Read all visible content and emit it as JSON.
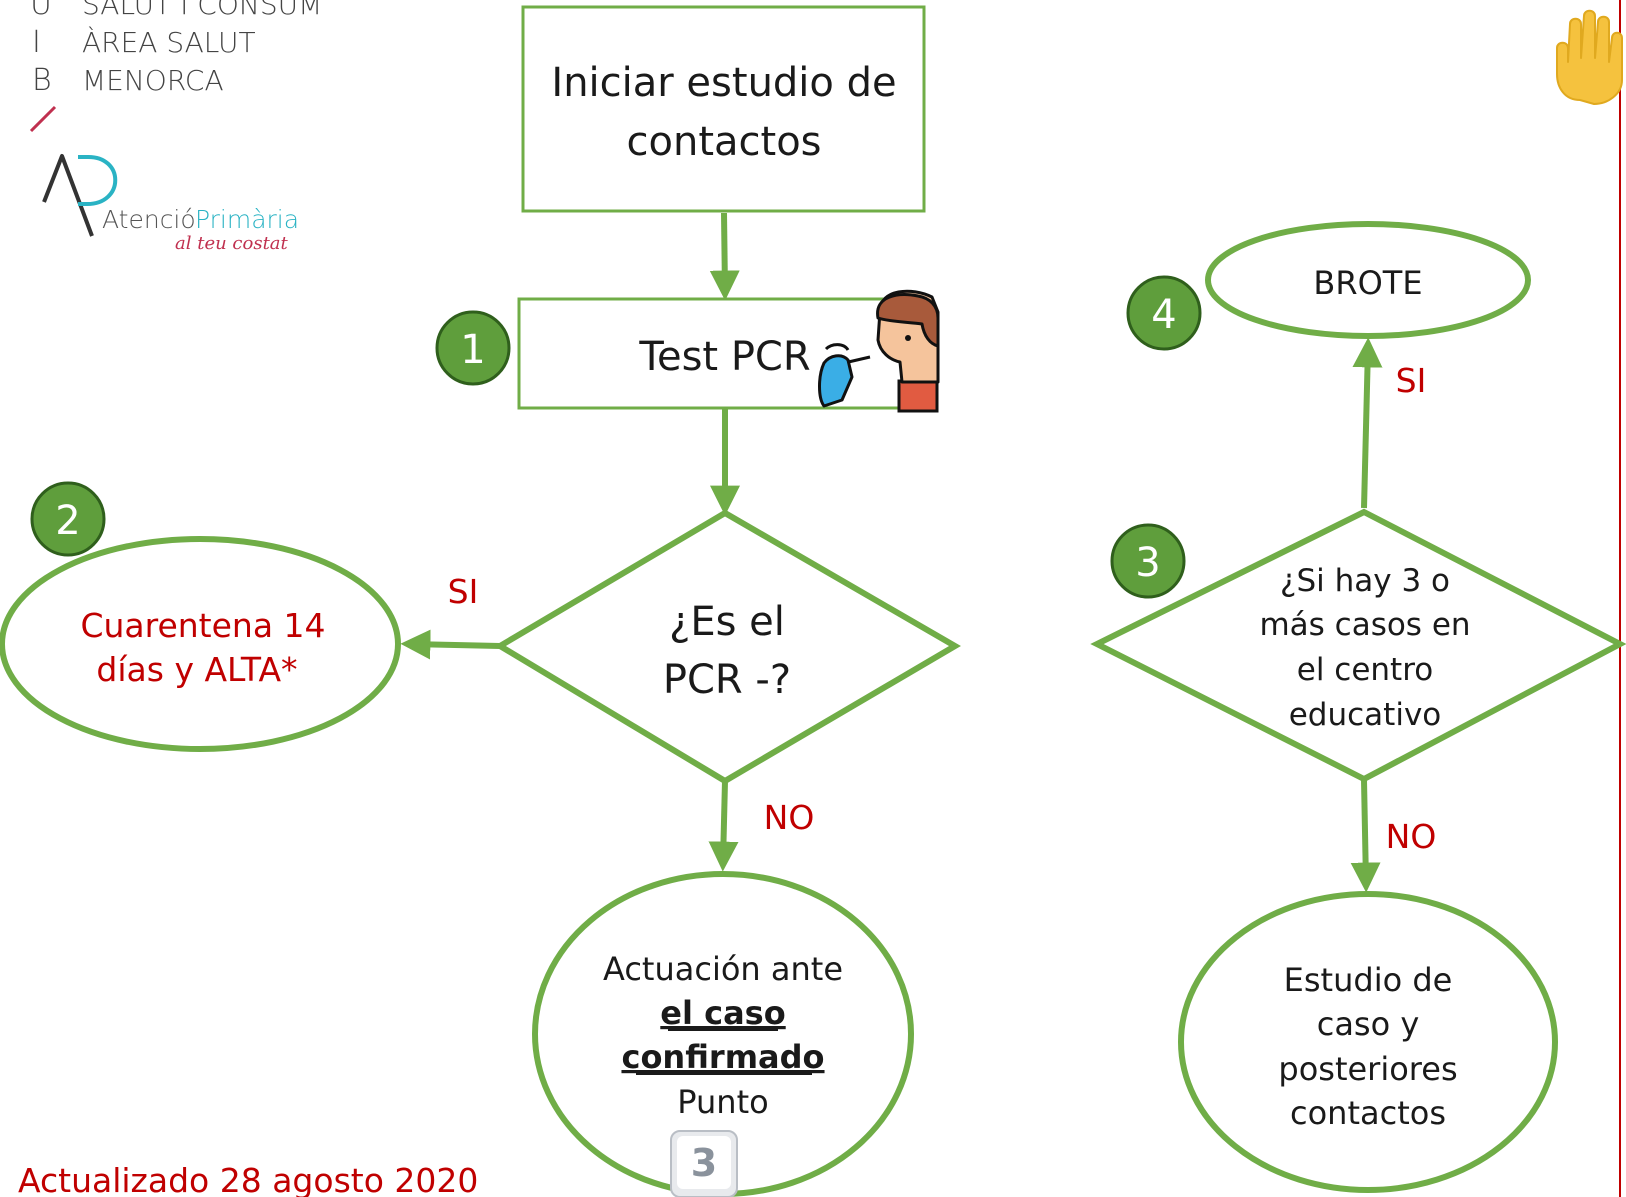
{
  "logo": {
    "letters": [
      "U",
      "I",
      "B"
    ],
    "lines": [
      "SALUT I CONSUM",
      "ÀREA SALUT",
      "MENORCA"
    ],
    "ap_a": "Atenció",
    "ap_b": "Primària",
    "ap_tagline": "al teu costat"
  },
  "nodes": {
    "start": [
      "Iniciar estudio de",
      "contactos"
    ],
    "test": "Test PCR",
    "decision1": [
      "¿Es el",
      "PCR -?"
    ],
    "quarantine": [
      "Cuarentena 14",
      "días y ALTA*"
    ],
    "confirmed": {
      "line1": "Actuación ante",
      "link1": "el caso",
      "link2": "confirmado",
      "line4": "Punto",
      "key": "3"
    },
    "decision2": [
      "¿Si hay 3 o",
      "más casos en",
      "el centro",
      "educativo"
    ],
    "outbreak": "BROTE",
    "study": [
      "Estudio de",
      "caso y",
      "posteriores",
      "contactos"
    ]
  },
  "edge_labels": {
    "si_left": "SI",
    "no_center": "NO",
    "si_right": "SI",
    "no_right": "NO"
  },
  "badges": [
    "1",
    "2",
    "3",
    "4"
  ],
  "footer": "Actualizado 28 agosto 2020",
  "icons": [
    "pcr-swab-person-icon",
    "raised-hand-icon"
  ],
  "colors": {
    "green_stroke": "#70ad47",
    "badge_fill": "#5f9e3c",
    "badge_stroke": "#2f5f1c",
    "red_text": "#c00000",
    "teal": "#2ab3c4",
    "logo_pink": "#c0304f"
  }
}
